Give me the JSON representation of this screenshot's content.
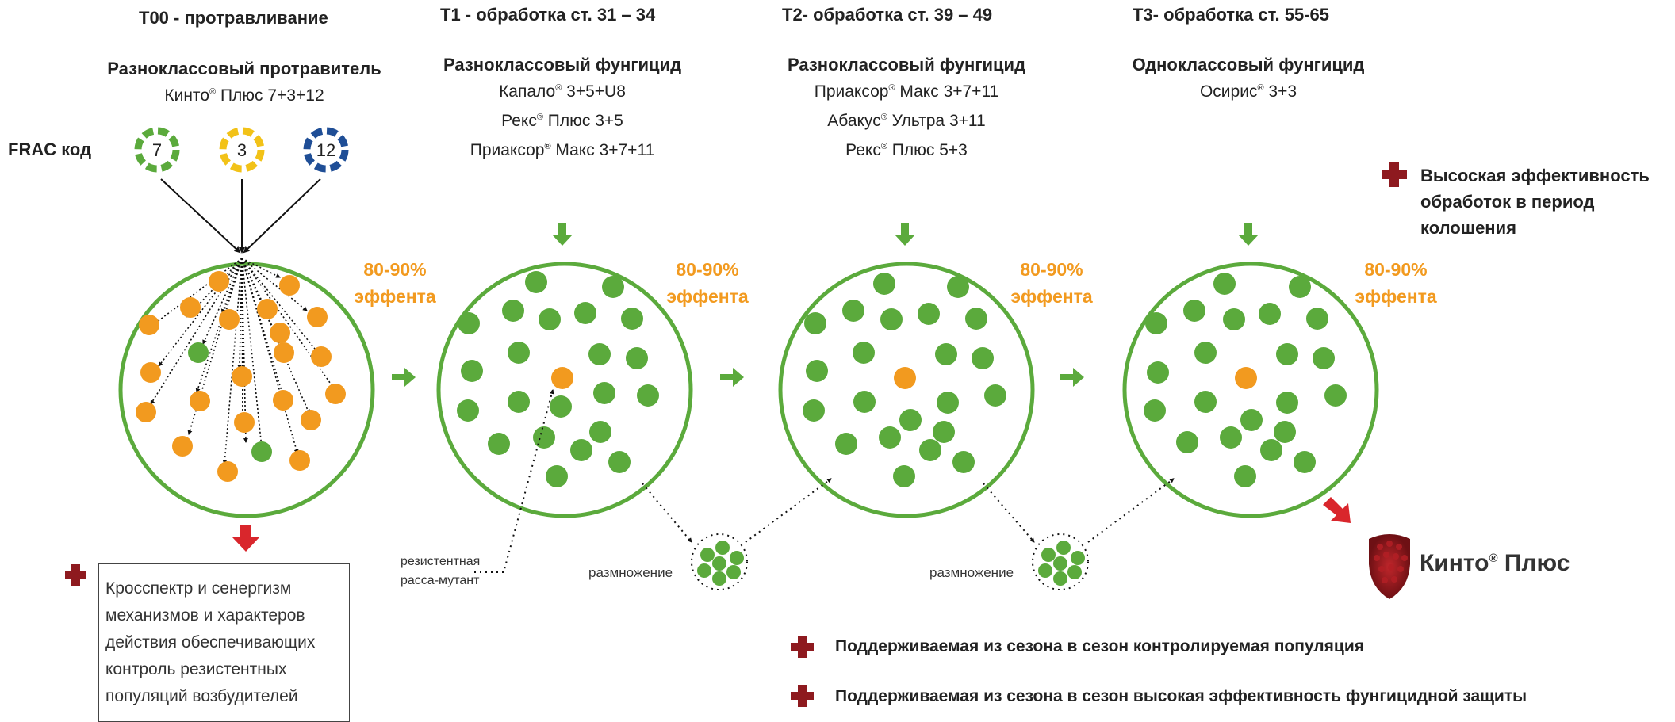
{
  "headers": {
    "t00": "T00 - протравливание",
    "t1": "T1 -  обработка ст. 31 – 34",
    "t2": "T2-  обработка ст. 39 – 49",
    "t3": "T3-  обработка ст. 55-65"
  },
  "stage0": {
    "title": "Разноклассовый протравитель",
    "product_name": "Кинто",
    "product_rest": " Плюс 7+3+12"
  },
  "stage1": {
    "title": "Разноклассовый фунгицид",
    "lines": [
      {
        "name": "Капало",
        "rest": "  3+5+U8"
      },
      {
        "name": "Рекс",
        "rest": " Плюс   3+5"
      },
      {
        "name": "Приаксор",
        "rest": " Макс  3+7+11"
      }
    ]
  },
  "stage2": {
    "title": "Разноклассовый фунгицид",
    "lines": [
      {
        "name": "Приаксор",
        "rest": " Макс 3+7+11"
      },
      {
        "name": "Абакус",
        "rest": " Ультра 3+11"
      },
      {
        "name": "Рекс",
        "rest": " Плюс 5+3"
      }
    ]
  },
  "stage3": {
    "title": "Одноклассовый фунгицид",
    "product_name": "Осирис",
    "product_rest": " 3+3"
  },
  "registered_mark": "®",
  "frac": {
    "label": "FRAC код",
    "codes": [
      "7",
      "3",
      "12"
    ]
  },
  "effect": {
    "percent": "80-90%",
    "word": "эффента"
  },
  "labels": {
    "resistant": "резистентная",
    "mutant": "расса-мутант",
    "reproduction": "размножение"
  },
  "high_efficiency_note": [
    "Высоская эффективность",
    "обработок в период",
    "колошения"
  ],
  "cross_spectrum_box": [
    "Кросспектр и сенергизм",
    "механизмов и характеров",
    "действия обеспечивающих",
    "контроль резистентных",
    "популяций возбудителей"
  ],
  "brand": {
    "name": "Кинто",
    "rest": " Плюс"
  },
  "bottom_notes": [
    "Поддерживаемая из сезона в сезон контролируемая популяция",
    "Поддерживаемая из сезона в сезон высокая эффективность фунгицидной защиты"
  ],
  "colors": {
    "green": "#5BAA3C",
    "orange": "#F29A1F",
    "yellow": "#F2C218",
    "blue": "#1F4E96",
    "red": "#D9262C",
    "dark_red": "#8E1A1F"
  }
}
